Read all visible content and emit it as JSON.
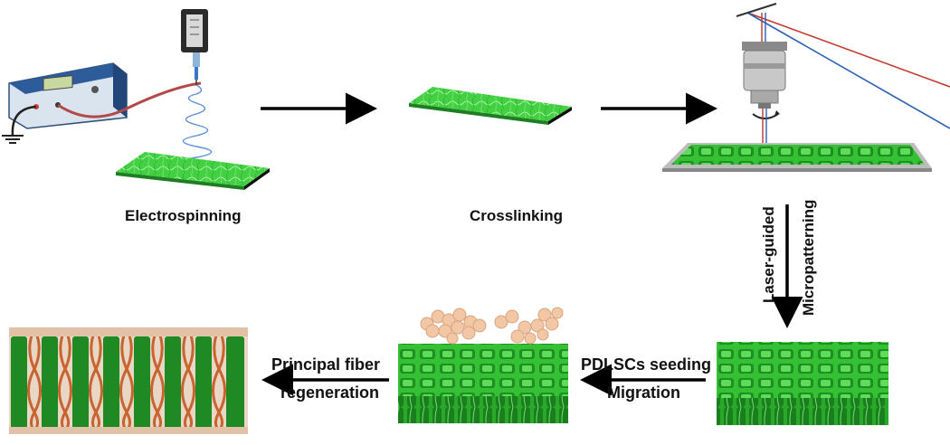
{
  "labels": {
    "electrospinning": "Electrospinning",
    "crosslinking": "Crosslinking",
    "laser_guided": "Laser-guided",
    "micropatterning": "Micropatterning",
    "pdlscs_seeding": "PDLSCs seeding",
    "migration": "Migration",
    "principal_fiber_line1": "Principal fiber",
    "principal_fiber_line2": "regeneration"
  },
  "colors": {
    "scaffold_green": "#3fcf3f",
    "scaffold_dark": "#1d8a23",
    "cell_peach": "#f2c7a6",
    "fiber_orange": "#c8642f",
    "laser_red": "#c0392b",
    "laser_blue": "#2b5fb0",
    "arrow": "#000000"
  }
}
